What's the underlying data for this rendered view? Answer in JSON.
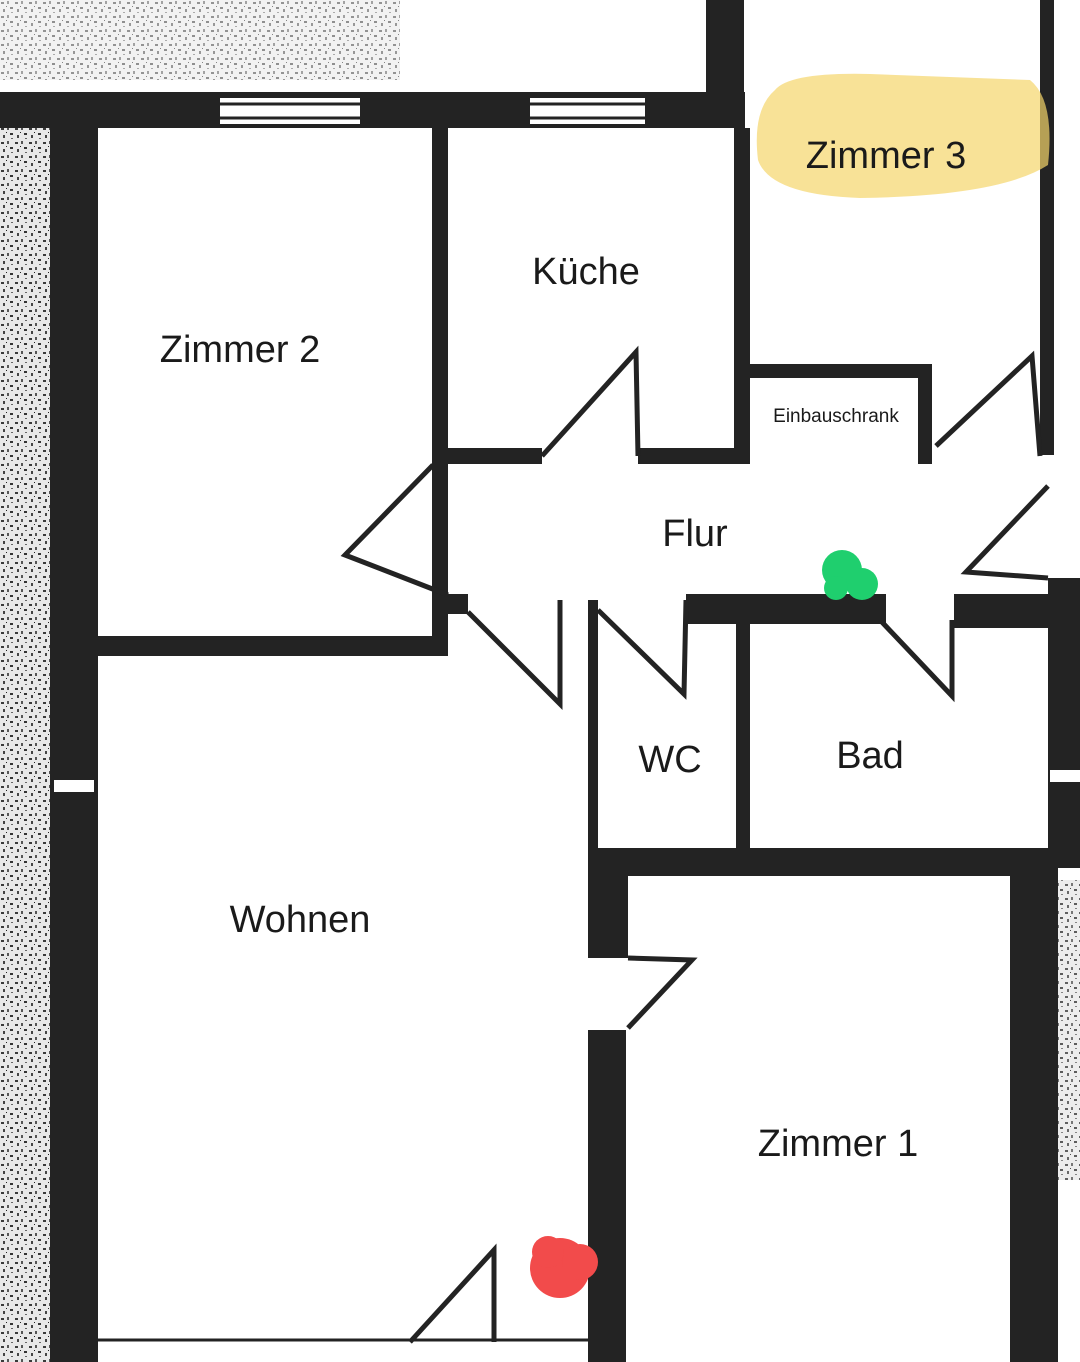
{
  "rooms": {
    "zimmer3": "Zimmer 3",
    "kueche": "Küche",
    "zimmer2": "Zimmer 2",
    "einbauschrank": "Einbauschrank",
    "flur": "Flur",
    "wc": "WC",
    "bad": "Bad",
    "wohnen": "Wohnen",
    "zimmer1": "Zimmer 1"
  },
  "colors": {
    "highlight": "#f5d66b",
    "green_marker": "#1fcf6e",
    "red_marker": "#f24b4b",
    "wall": "#232323"
  }
}
